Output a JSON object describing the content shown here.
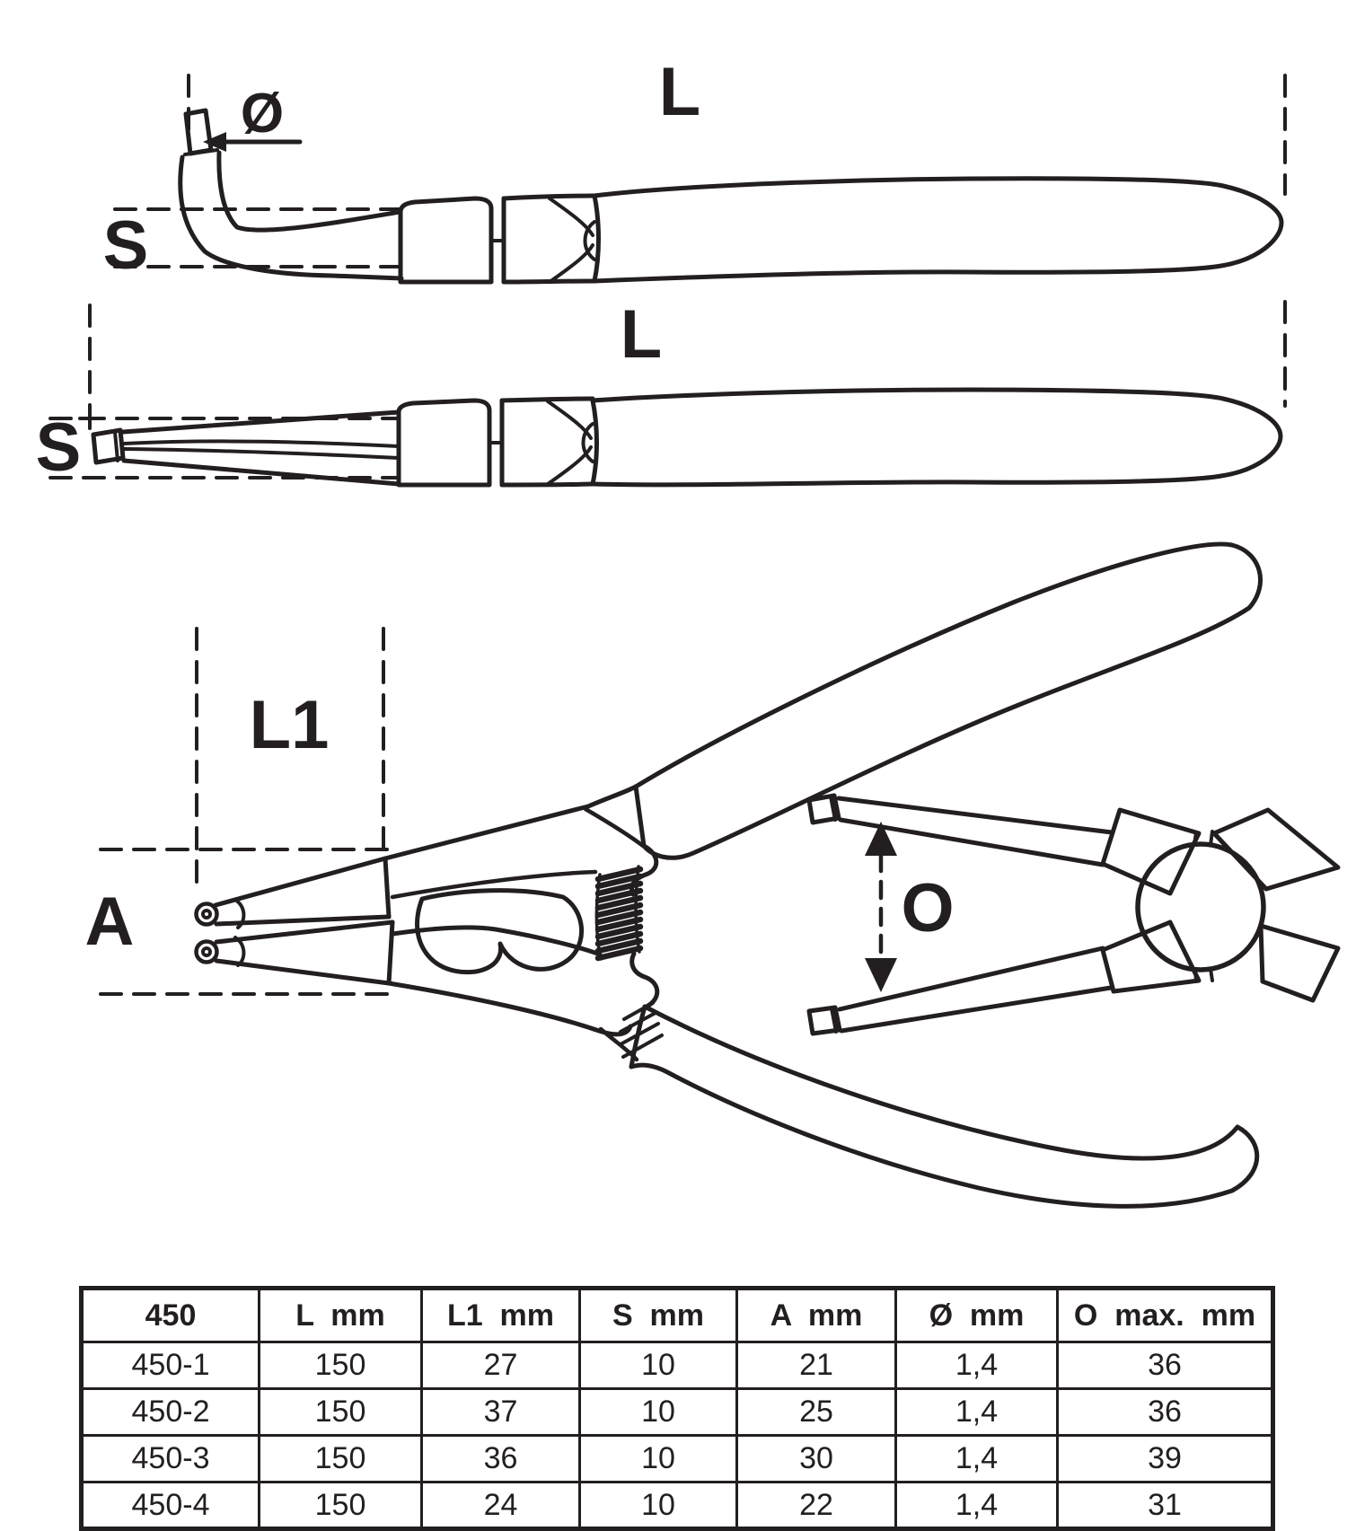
{
  "colors": {
    "line": "#231f20",
    "background": "#ffffff"
  },
  "diagrams": {
    "side_view_bent": {
      "diameter": "Ø",
      "length": "L",
      "thickness": "S"
    },
    "side_view_straight": {
      "length": "L",
      "thickness": "S"
    },
    "open_view": {
      "tip_length": "L1",
      "tip_span": "A"
    },
    "opening_view": {
      "opening": "O"
    }
  },
  "table": {
    "headers": [
      "450",
      "L  mm",
      "L1  mm",
      "S  mm",
      "A  mm",
      "Ø  mm",
      "O  max.  mm"
    ],
    "rows": [
      [
        "450-1",
        "150",
        "27",
        "10",
        "21",
        "1,4",
        "36"
      ],
      [
        "450-2",
        "150",
        "37",
        "10",
        "25",
        "1,4",
        "36"
      ],
      [
        "450-3",
        "150",
        "36",
        "10",
        "30",
        "1,4",
        "39"
      ],
      [
        "450-4",
        "150",
        "24",
        "10",
        "22",
        "1,4",
        "31"
      ]
    ]
  }
}
